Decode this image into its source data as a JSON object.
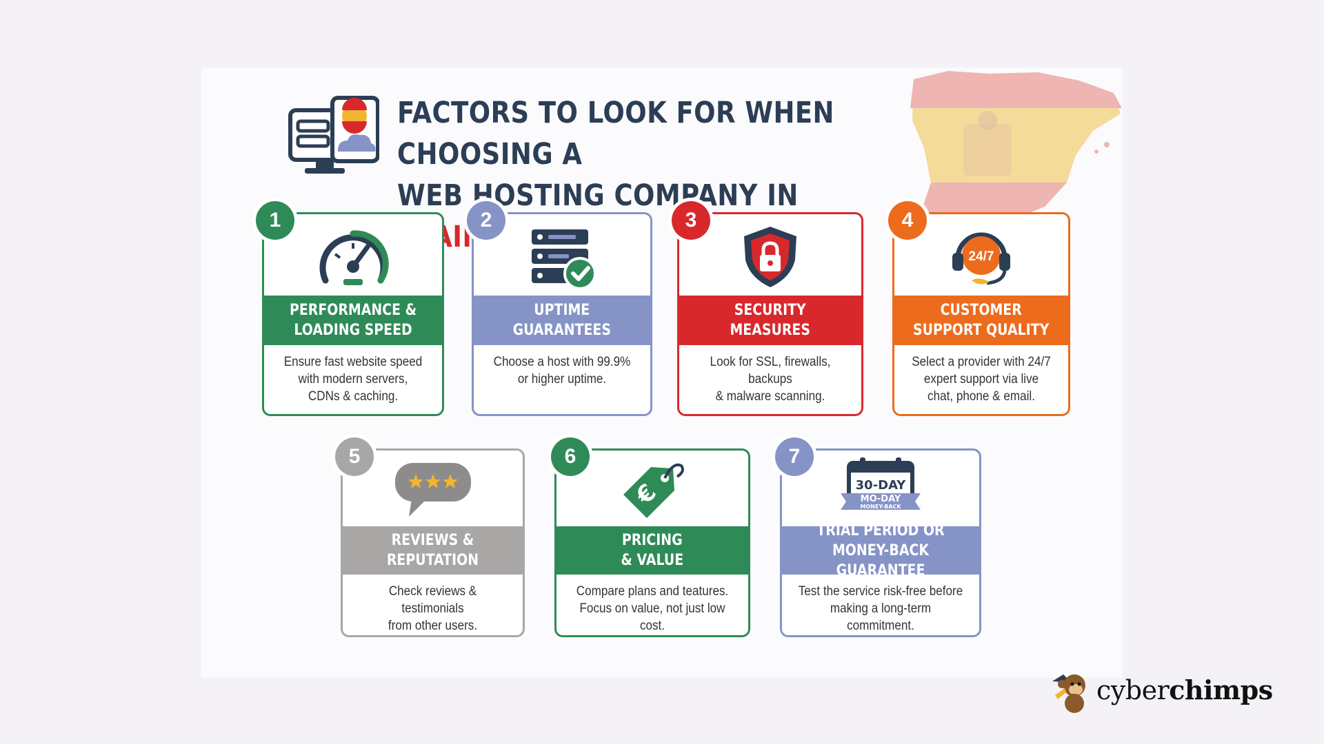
{
  "header": {
    "title_line1": "FACTORS TO LOOK FOR WHEN CHOOSING A",
    "title_line2_prefix": "WEB HOSTING COMPANY IN ",
    "title_line2_accent": "SPAIN"
  },
  "colors": {
    "green": "#2e8b57",
    "blue": "#8593c7",
    "red": "#d8282c",
    "orange": "#ec6b1c",
    "gray": "#a9a6a6",
    "title": "#2c3e55"
  },
  "factors": [
    {
      "number": "1",
      "title": "PERFORMANCE &\nLOADING SPEED",
      "description": "Ensure fast website speed\nwith modern servers,\nCDNs & caching.",
      "icon": "speedometer-icon"
    },
    {
      "number": "2",
      "title": "UPTIME\nGUARANTEES",
      "description": "Choose a host with 99.9%\nor higher uptime.",
      "icon": "server-check-icon"
    },
    {
      "number": "3",
      "title": "SECURITY\nMEASURES",
      "description": "Look for SSL, firewalls, backups\n& malware scanning.",
      "icon": "shield-lock-icon"
    },
    {
      "number": "4",
      "title": "CUSTOMER\nSUPPORT QUALITY",
      "description": "Select a provider with 24/7\nexpert support via live\nchat, phone & email.",
      "icon": "headset-icon",
      "icon_text": "24/7"
    },
    {
      "number": "5",
      "title": "REVIEWS &\nREPUTATION",
      "description": "Check reviews & testimonials\nfrom other users.",
      "icon": "star-bubble-icon"
    },
    {
      "number": "6",
      "title": "PRICING\n& VALUE",
      "description": "Compare plans and teatures.\nFocus on value, not just low cost.",
      "icon": "price-tag-icon"
    },
    {
      "number": "7",
      "title": "TRIAL PERIOD OR\nMONEY-BACK GUARANTEE",
      "description": "Test the service risk-free before\nmaking a long-term commitment.",
      "icon": "calendar-icon",
      "icon_text": "30-DAY",
      "ribbon_text": "MO-DAY",
      "ribbon_subtext": "MONEY-BACK"
    }
  ],
  "brand": {
    "name_regular": "cyber",
    "name_bold": "chimps"
  }
}
